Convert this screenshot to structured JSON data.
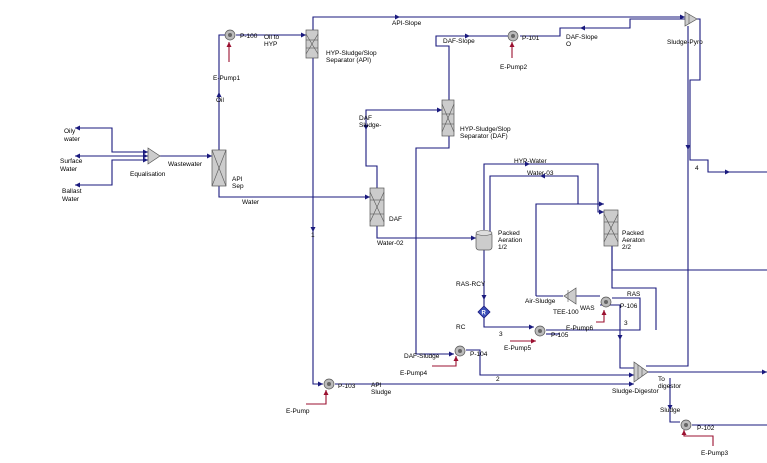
{
  "labels": {
    "oily_water": [
      "Oily",
      "water"
    ],
    "surface_water": [
      "Surface",
      "Water"
    ],
    "ballast_water": [
      "Ballast",
      "Water"
    ],
    "equalisation": "Equalisation",
    "wastewater": "Wastewater",
    "api_sep": [
      "API",
      "Sep"
    ],
    "oil": "Oil",
    "water": "Water",
    "e_pump1": "E-Pump1",
    "p100": "P-100",
    "oil_to_hyp": [
      "Oil to",
      "HYP"
    ],
    "hyp_api": [
      "HYP-Sludge/Slop",
      "Separator (API)"
    ],
    "api_slope": "API-Slope",
    "daf_slope_top": "DAF-Slope",
    "p101": "P-101",
    "e_pump2": "E-Pump2",
    "daf_slope_o": [
      "DAF-Slope",
      "O"
    ],
    "sludge_pyro": "Sludge-Pyro",
    "daf_sludge_top": [
      "DAF",
      "Sludge-"
    ],
    "hyp_daf": [
      "HYP-Sludge/Slop",
      "Separator (DAF)"
    ],
    "daf": "DAF",
    "water_02": "Water-02",
    "hyp_water": "HYP-Water",
    "water_03": "Water-03",
    "packed_12": [
      "Packed",
      "Aeration",
      "1/2"
    ],
    "packed_22": [
      "Packed",
      "Aeraton",
      "2/2"
    ],
    "ras_rcy": "RAS-RCY",
    "rcy_r": "R",
    "rc": "RC",
    "air_sludge": "Air-Sludge",
    "tee100": "TEE-100",
    "was": "WAS",
    "ras": "RAS",
    "p106": "P-106",
    "e_pump6": "E-Pump6",
    "p105": "P-105",
    "e_pump5": "E-Pump5",
    "s3": "3",
    "daf_sludge": "DAF-Sludge",
    "p104": "P-104",
    "e_pump4": "E-Pump4",
    "s2": "2",
    "sludge_digestor": "Sludge-Digestor",
    "to_digestor": [
      "To",
      "digestor"
    ],
    "sludge": "Sludge",
    "p102": "P-102",
    "e_pump3": "E-Pump3",
    "p103": "P-103",
    "api_sludge": [
      "API",
      "Sludge"
    ],
    "e_pump": "E-Pump",
    "s4": "4",
    "s1": "1",
    "ds": "3"
  },
  "colors": {
    "material": "#1a1a7e",
    "energy": "#9b1030",
    "unit": "#cccccc"
  }
}
